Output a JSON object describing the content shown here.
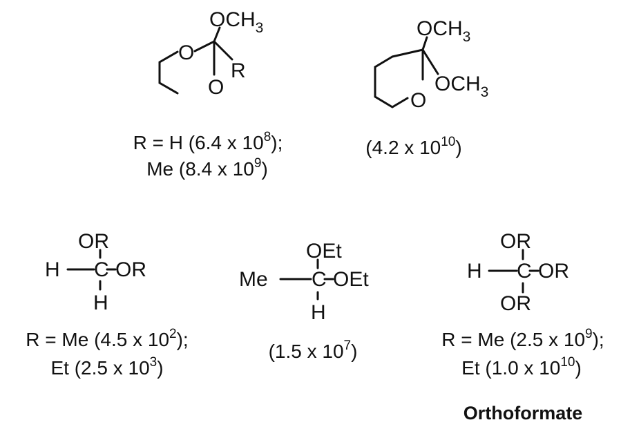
{
  "atoms": {
    "O": "O",
    "R": "R",
    "H": "H",
    "C": "C",
    "OCH": "OCH",
    "three": "3",
    "OR": "OR",
    "OEt": "OEt",
    "Me": "Me"
  },
  "compound1": {
    "line1": {
      "prefix": "R = H (6.4 x 10",
      "exp": "8",
      "suffix": ");"
    },
    "line2": {
      "prefix": "Me (8.4 x 10",
      "exp": "9",
      "suffix": ")"
    }
  },
  "compound2": {
    "line1": {
      "prefix": "(4.2 x 10",
      "exp": "10",
      "suffix": ")"
    }
  },
  "compound3": {
    "line1": {
      "prefix": "R = Me (4.5 x 10",
      "exp": "2",
      "suffix": ");"
    },
    "line2": {
      "prefix": "Et (2.5 x 10",
      "exp": "3",
      "suffix": ")"
    }
  },
  "compound4": {
    "line1": {
      "prefix": "(1.5 x 10",
      "exp": "7",
      "suffix": ")"
    }
  },
  "compound5": {
    "line1": {
      "prefix": "R = Me (2.5 x 10",
      "exp": "9",
      "suffix": ");"
    },
    "line2": {
      "prefix": "Et (1.0 x 10",
      "exp": "10",
      "suffix": ")"
    },
    "name": "Orthoformate"
  }
}
